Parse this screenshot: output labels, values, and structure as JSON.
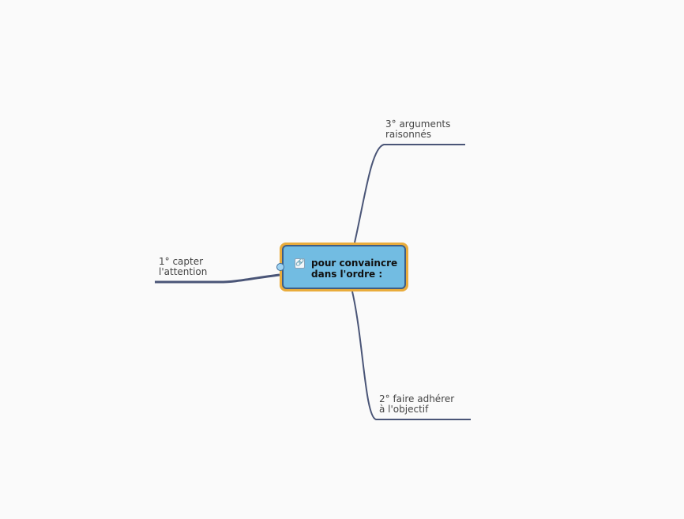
{
  "map": {
    "central": {
      "text": "pour convaincre\ndans l'ordre :",
      "icon": "link-icon",
      "fill_color": "#72bce2",
      "border_color": "#3d5e86",
      "selection_color": "#e9ac3c"
    },
    "branches": [
      {
        "id": "top",
        "text": "3° arguments\nraisonnés"
      },
      {
        "id": "left",
        "text": "1° capter\nl'attention"
      },
      {
        "id": "bottom",
        "text": "2° faire adhérer\nà l'objectif"
      }
    ],
    "link_color": "#4a5577"
  }
}
